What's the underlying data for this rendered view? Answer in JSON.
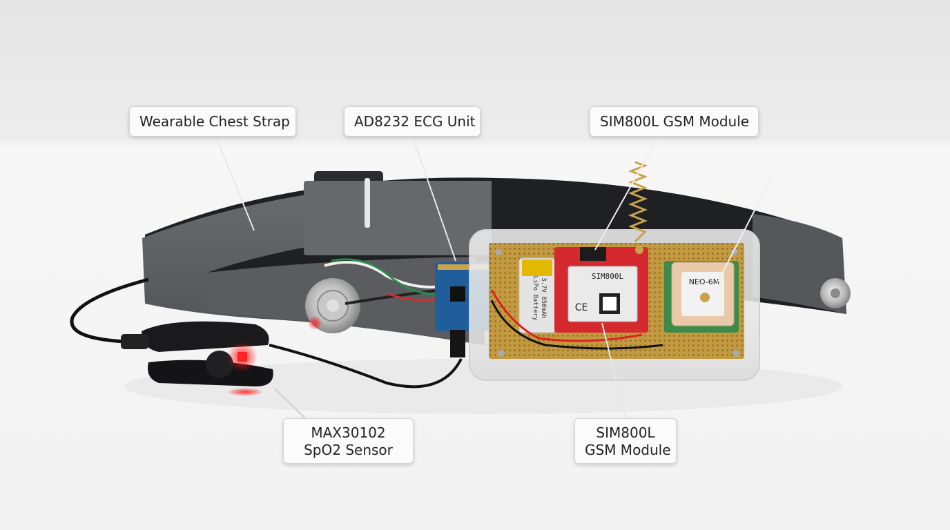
{
  "labels": {
    "chest_strap": "Wearable Chest Strap",
    "ecg_unit": "AD8232 ECG Unit",
    "gsm_top": "SIM800L GSM Module",
    "spo2_line1": "MAX30102",
    "spo2_line2": "SpO2 Sensor",
    "gsm_bottom_line1": "SIM800L",
    "gsm_bottom_line2": "GSM Module"
  },
  "board_markings": {
    "sim_chip": "SIM800L",
    "sim_certification": "CE",
    "gps_module": "NEO-6M",
    "battery_line1": "3.7V 850mAh",
    "battery_line2": "LiPo Battery"
  },
  "colors": {
    "background_top": "#ececec",
    "background_table": "#f6f6f6",
    "strap": "#5c5e62",
    "strap_dark": "#2a2b2e",
    "pcb": "#c9a24a",
    "sim_board": "#d42a2f",
    "ecg_board": "#1f5e9a",
    "gps_board": "#3d8a4a",
    "led_red": "#ff2020"
  }
}
